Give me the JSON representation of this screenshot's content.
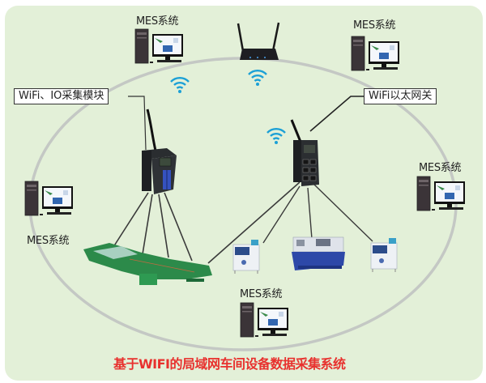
{
  "diagram": {
    "caption": "基于WIFI的局域网车间设备数据采集系统",
    "colors": {
      "background": "#e3f0d8",
      "caption": "#e8312e",
      "ring": "#c4c8c4",
      "wifi": "#1ca0d6",
      "link": "#3a3a3a"
    },
    "nodes": {
      "mes_top_left": {
        "label": "MES系统",
        "icon": "computer-icon"
      },
      "mes_top_right": {
        "label": "MES系统",
        "icon": "computer-icon"
      },
      "mes_right": {
        "label": "MES系统",
        "icon": "computer-icon"
      },
      "mes_left": {
        "label": "MES系统",
        "icon": "computer-icon"
      },
      "mes_bottom": {
        "label": "MES系统",
        "icon": "computer-icon"
      },
      "router": {
        "icon": "wireless-router-icon"
      },
      "io_module": {
        "label": "WiFi、IO采集模块",
        "icon": "io-module-icon"
      },
      "ethernet_gateway": {
        "label": "WiFi以太网关",
        "icon": "ethernet-gateway-icon"
      },
      "equipment": [
        {
          "icon": "production-line-machine-icon"
        },
        {
          "icon": "smt-machine-icon"
        },
        {
          "icon": "lathe-icon"
        },
        {
          "icon": "smt-machine-icon"
        }
      ]
    }
  }
}
